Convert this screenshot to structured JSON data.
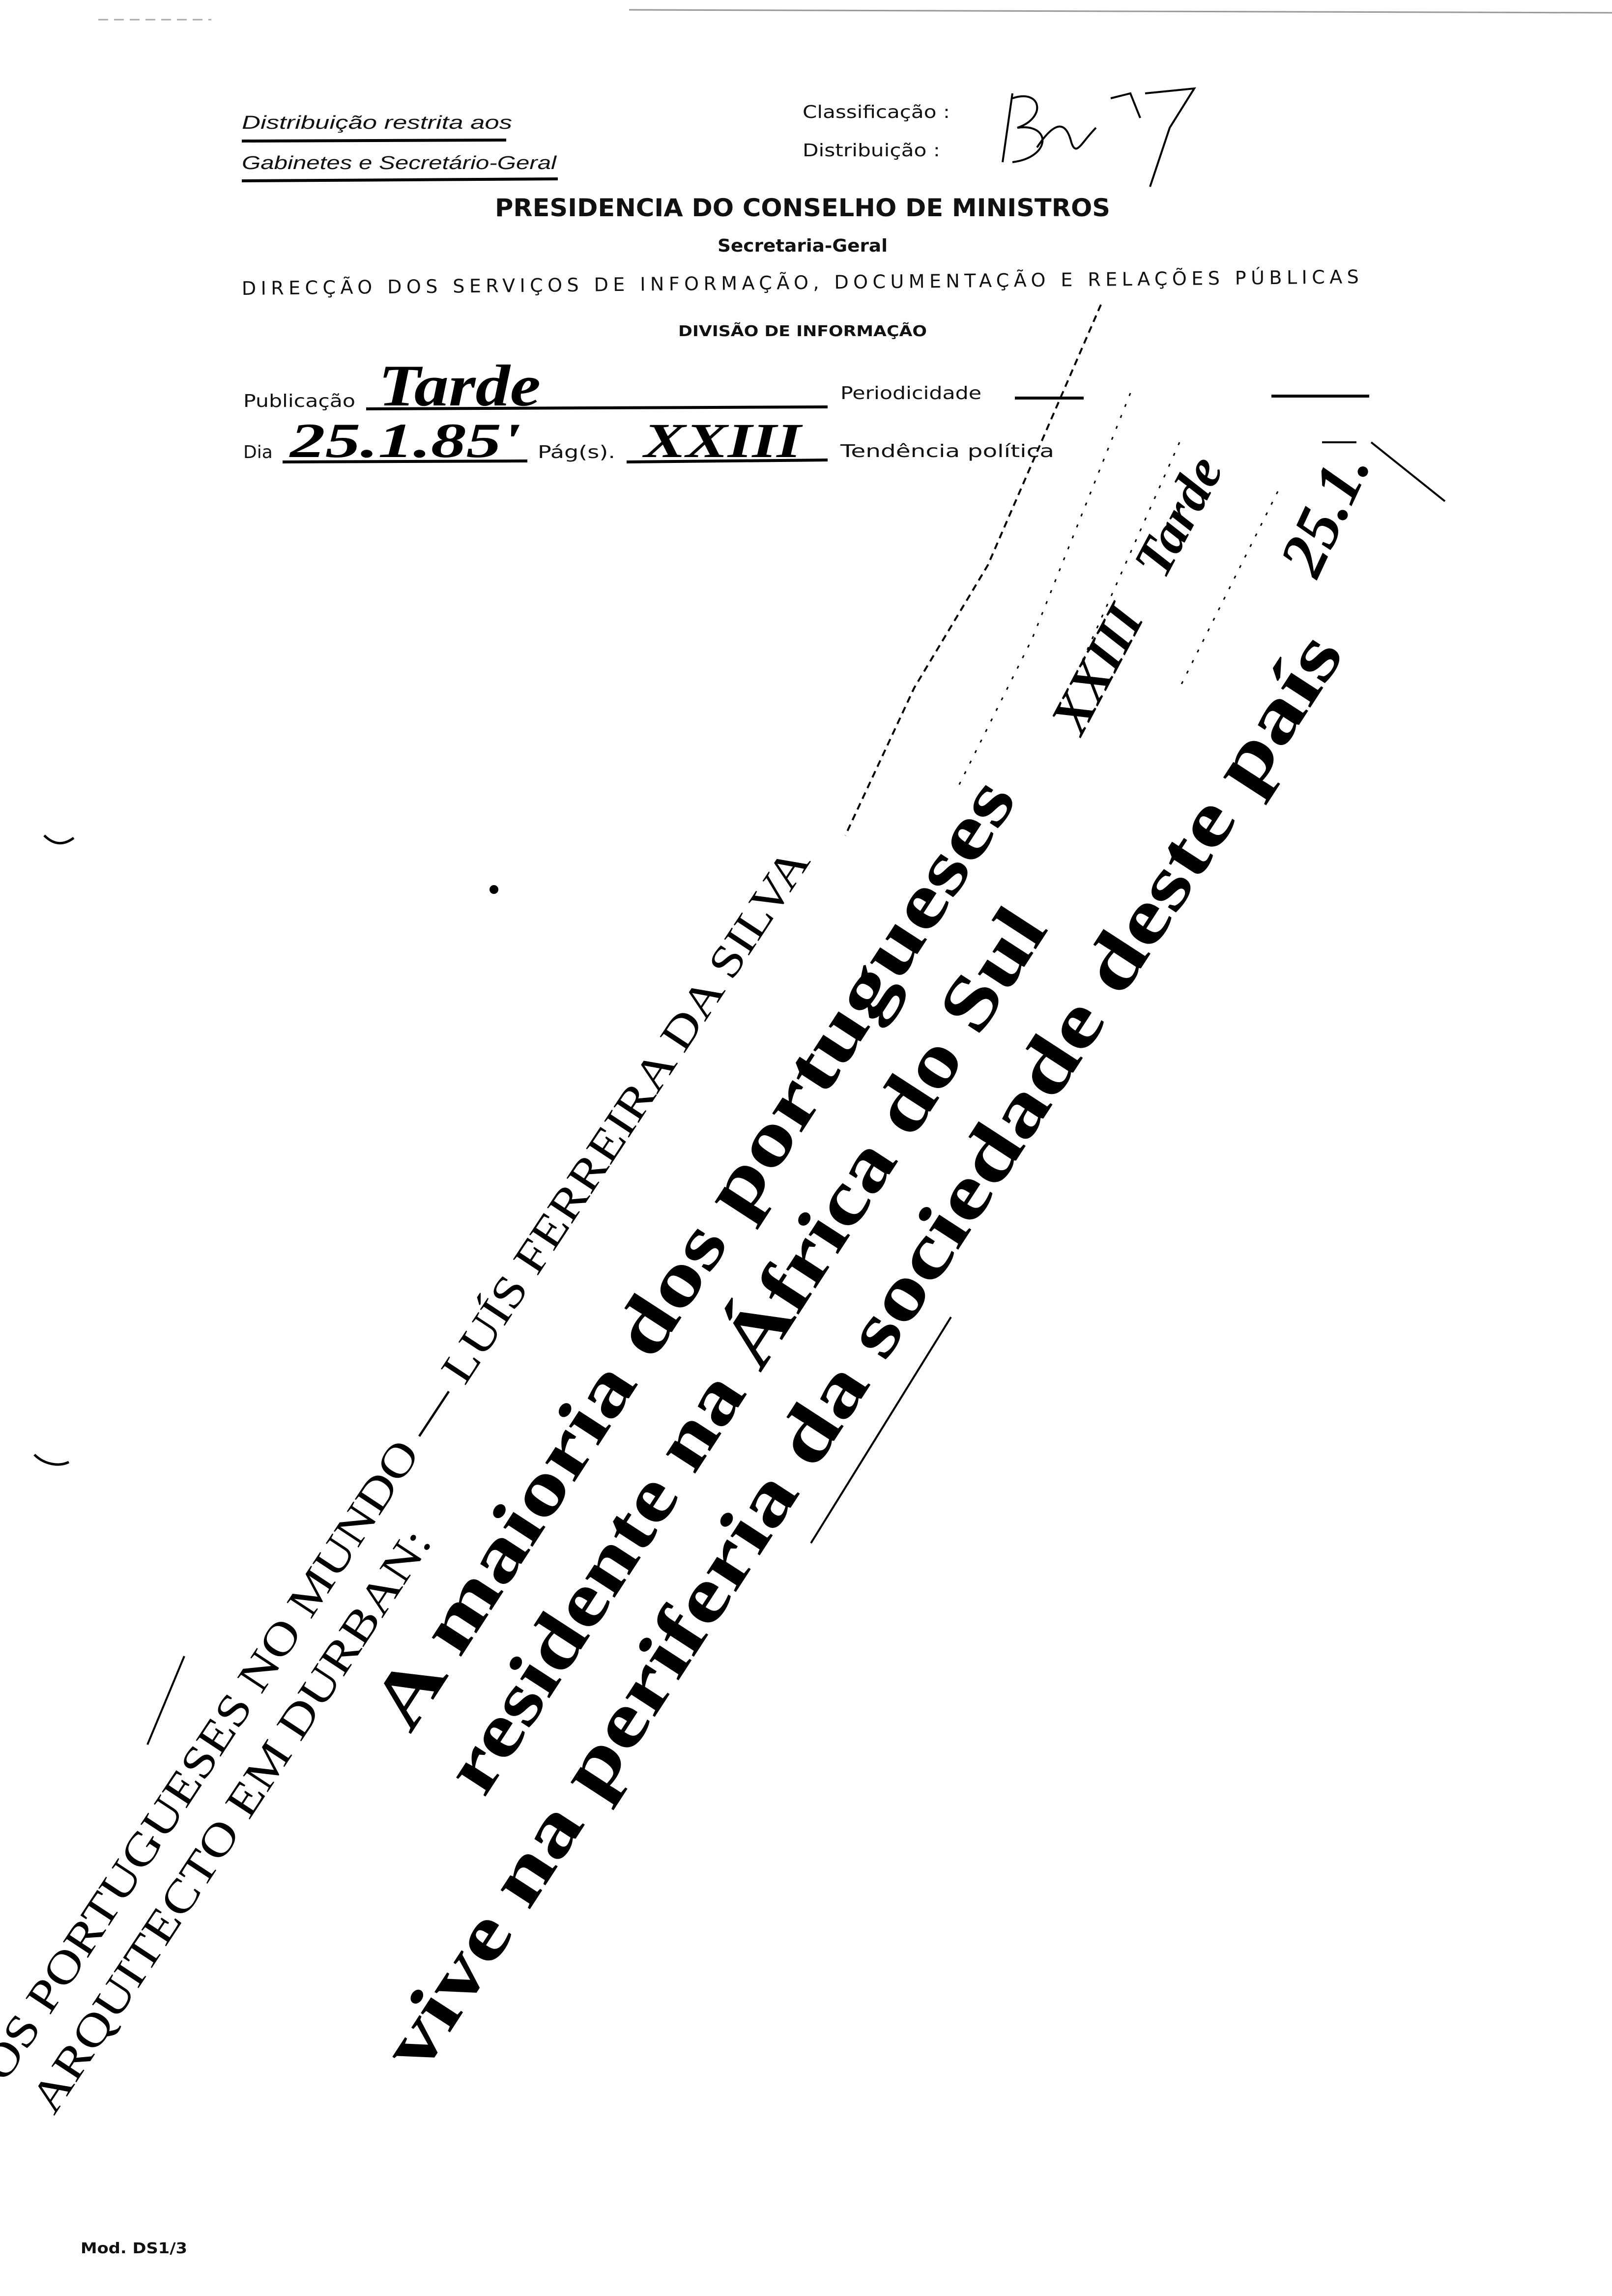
{
  "header": {
    "distribution_note_line1": "Distribuição restrita aos",
    "distribution_note_line2": "Gabinetes e Secretário-Geral",
    "classification_label": "Classificação :",
    "distribution_label": "Distribuição :",
    "organization": "PRESIDENCIA DO CONSELHO DE MINISTROS",
    "secretariat": "Secretaria-Geral",
    "directorate": "DIRECÇÃO DOS SERVIÇOS DE INFORMAÇÃO, DOCUMENTAÇÃO E RELAÇÕES PÚBLICAS",
    "division": "DIVISÃO DE INFORMAÇÃO"
  },
  "form": {
    "publication_label": "Publicação",
    "publication_value": "Tarde",
    "periodicity_label": "Periodicidade",
    "day_label": "Dia",
    "day_value": "25.1.85'",
    "pages_label": "Pág(s).",
    "pages_value": "XXIII",
    "political_tendency_label": "Tendência política"
  },
  "clipping": {
    "kicker_line1": "OS PORTUGUESES NO MUNDO — LUÍS FERREIRA DA SILVA",
    "kicker_line2": "ARQUITECTO EM DURBAN:",
    "headline": [
      "A maioria dos portugueses",
      "residente na África do Sul",
      "vive na periferia da sociedade deste país"
    ],
    "handwritten_annotation": [
      "XXIII",
      "Tarde",
      "25.1."
    ]
  },
  "footer": {
    "form_code": "Mod. DS1/3"
  }
}
